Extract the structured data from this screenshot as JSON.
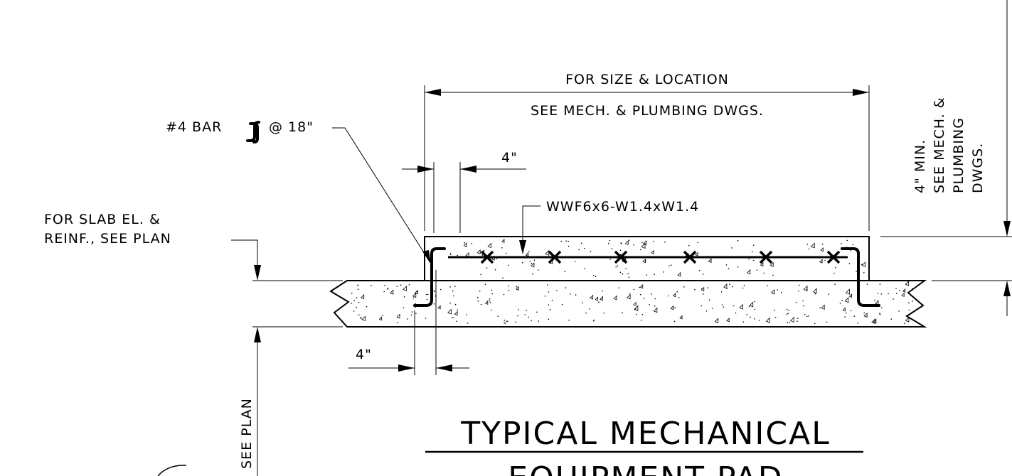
{
  "labels": {
    "bar_callout_prefix": "#4 BAR",
    "bar_callout_suffix": "@ 18\"",
    "size_location_line1": "FOR SIZE & LOCATION",
    "size_location_line2": "SEE MECH. & PLUMBING DWGS.",
    "top_dim": "4\"",
    "mesh": "WWF6x6-W1.4xW1.4",
    "slab_note_line1": "FOR SLAB EL. &",
    "slab_note_line2": "REINF., SEE PLAN",
    "bottom_dim": "4\"",
    "see_plan": "SEE PLAN",
    "right_note_line1": "4\" MIN.",
    "right_note_line2": "SEE MECH. &",
    "right_note_line3": "PLUMBING",
    "right_note_line4": "DWGS.",
    "title_line1": "TYPICAL MECHANICAL",
    "title_line2": "EQUIPMENT PAD"
  }
}
